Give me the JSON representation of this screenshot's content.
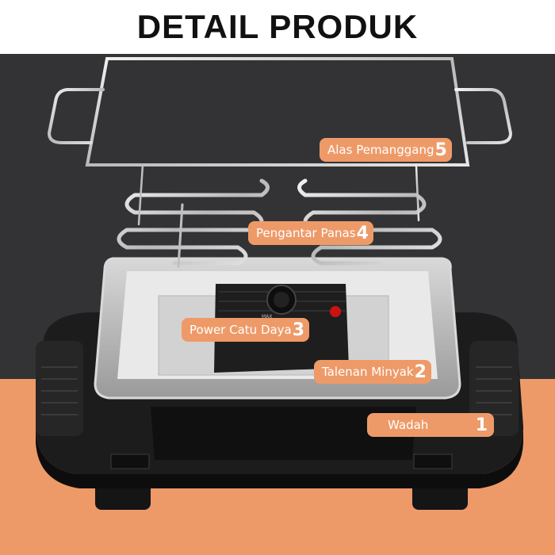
{
  "title": "DETAIL PRODUK",
  "colors": {
    "dark_background": "#333335",
    "orange_background": "#ee9a68",
    "label_fill": "#ee9a68",
    "label_text": "#ffffff",
    "knob_light": "#cc1111"
  },
  "labels": [
    {
      "text": "Alas Pemanggang",
      "number": "5"
    },
    {
      "text": "Pengantar Panas",
      "number": "4"
    },
    {
      "text": "Power Catu Daya",
      "number": "3"
    },
    {
      "text": "Talenan Minyak",
      "number": "2"
    },
    {
      "text": "Wadah",
      "number": "1"
    }
  ],
  "knob": {
    "marker": "MAX"
  }
}
